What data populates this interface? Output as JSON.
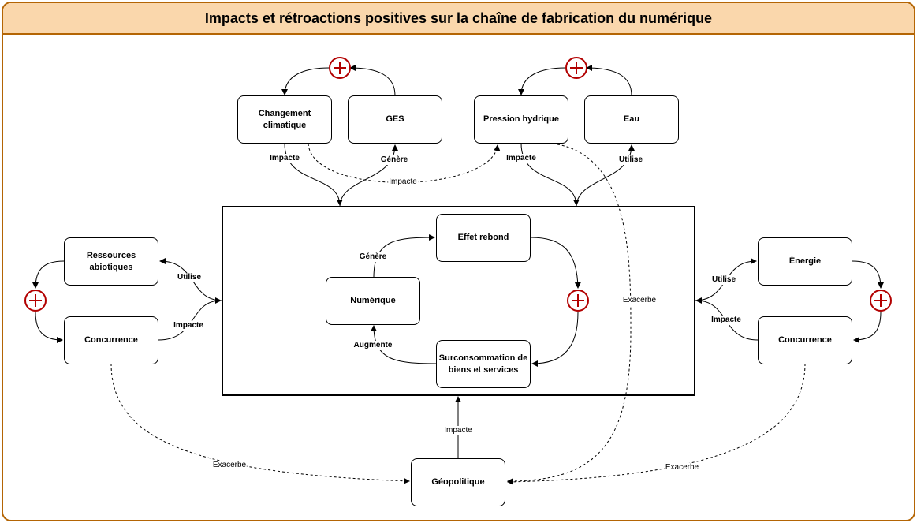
{
  "title": "Impacts et rétroactions positives sur la chaîne de fabrication du numérique",
  "nodes": {
    "changement": "Changement climatique",
    "ges": "GES",
    "pression": "Pression hydrique",
    "eau": "Eau",
    "ressources": "Ressources abiotiques",
    "concurrence_left": "Concurrence",
    "energie": "Énergie",
    "concurrence_right": "Concurrence",
    "effet_rebond": "Effet rebond",
    "numerique": "Numérique",
    "surconsommation": "Surconsommation de biens et services",
    "geopolitique": "Géopolitique"
  },
  "edge_labels": {
    "impacte_climat": "Impacte",
    "genere_ges": "Génère",
    "impacte_dashed_top": "Impacte",
    "impacte_hydrique": "Impacte",
    "utilise_eau": "Utilise",
    "utilise_ressources": "Utilise",
    "impacte_concurrence_left": "Impacte",
    "utilise_energie": "Utilise",
    "impacte_concurrence_right": "Impacte",
    "genere_inner": "Génère",
    "augmente_inner": "Augmente",
    "exacerbe_middle": "Exacerbe",
    "impacte_geo": "Impacte",
    "exacerbe_left": "Exacerbe",
    "exacerbe_right": "Exacerbe"
  },
  "icons": {
    "feedback": "plus-circle-icon"
  },
  "colors": {
    "header_bg": "#fad7ac",
    "border": "#b46504",
    "plus": "#b20000"
  }
}
